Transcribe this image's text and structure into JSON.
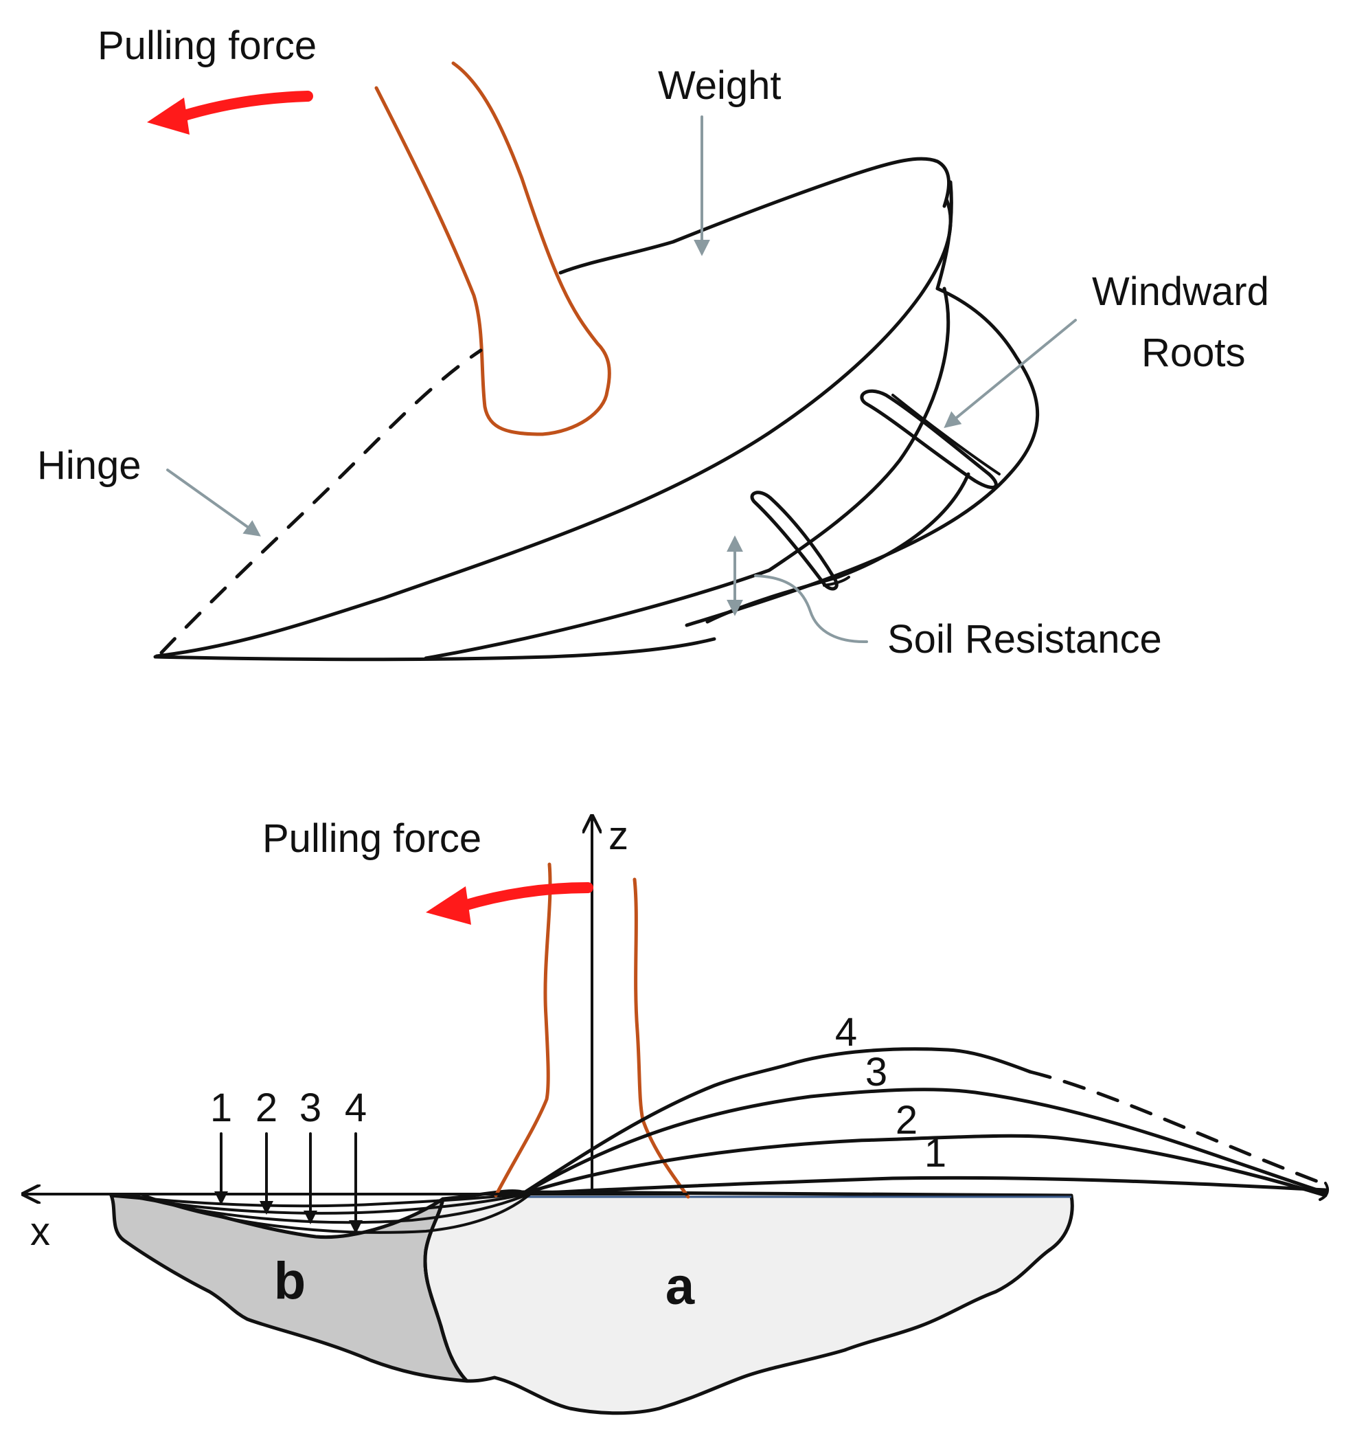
{
  "colors": {
    "trunk": "#c0511a",
    "pulling_arrow": "#ff1a1a",
    "annotation_arrow": "#8a9aa0",
    "soil_region_a": "#f0f0f0",
    "soil_region_b": "#c8c8c8",
    "ink": "#111111"
  },
  "top_panel": {
    "pulling_force_label": "Pulling force",
    "weight_label": "Weight",
    "windward_label_line1": "Windward",
    "windward_label_line2": "Roots",
    "hinge_label": "Hinge",
    "soil_resistance_label": "Soil Resistance"
  },
  "bottom_panel": {
    "pulling_force_label": "Pulling force",
    "z_axis_label": "z",
    "x_axis_label": "x",
    "region_a_label": "a",
    "region_b_label": "b",
    "leeward_numbers": [
      "1",
      "2",
      "3",
      "4"
    ],
    "windward_numbers": [
      "1",
      "2",
      "3",
      "4"
    ]
  }
}
